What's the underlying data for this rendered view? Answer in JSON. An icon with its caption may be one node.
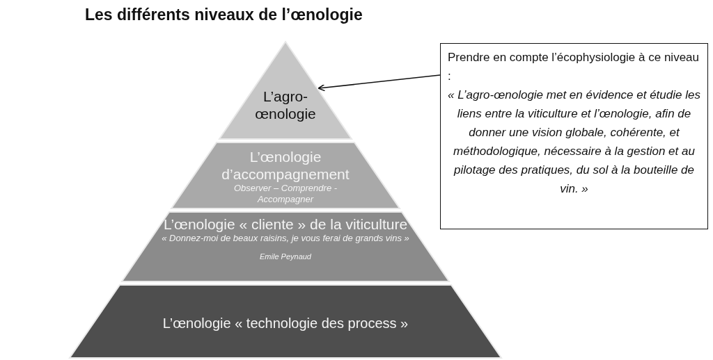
{
  "diagram": {
    "title": "Les différents niveaux de l’œnologie",
    "nodes": [
      {
        "text": [
          "L’agro-œnologie"
        ]
      },
      {
        "text": [
          "L’œnologie d’accompagnement",
          "Observer – Comprendre - Accompagner"
        ]
      },
      {
        "text": [
          "L’œnologie « cliente » de la viticulture",
          "« Donnez-moi de beaux raisins, je vous ferai de grands vins »",
          "Emile Peynaud"
        ]
      },
      {
        "text": [
          "L’œnologie « technologie des process »"
        ]
      },
      {
        "text": [
          "Prendre en compte l’écophysiologie à ce niveau :",
          "« L’agro-œnologie met en évidence et étudie les liens entre la viticulture et l’œnologie, afin de donner une vision globale, cohérente, et méthodologique, nécessaire à la gestion et au pilotage des pratiques, du sol à la bouteille de vin. »"
        ]
      }
    ],
    "edges": [
      {
        "from": 4,
        "to": 0,
        "arrow": "to"
      }
    ]
  }
}
